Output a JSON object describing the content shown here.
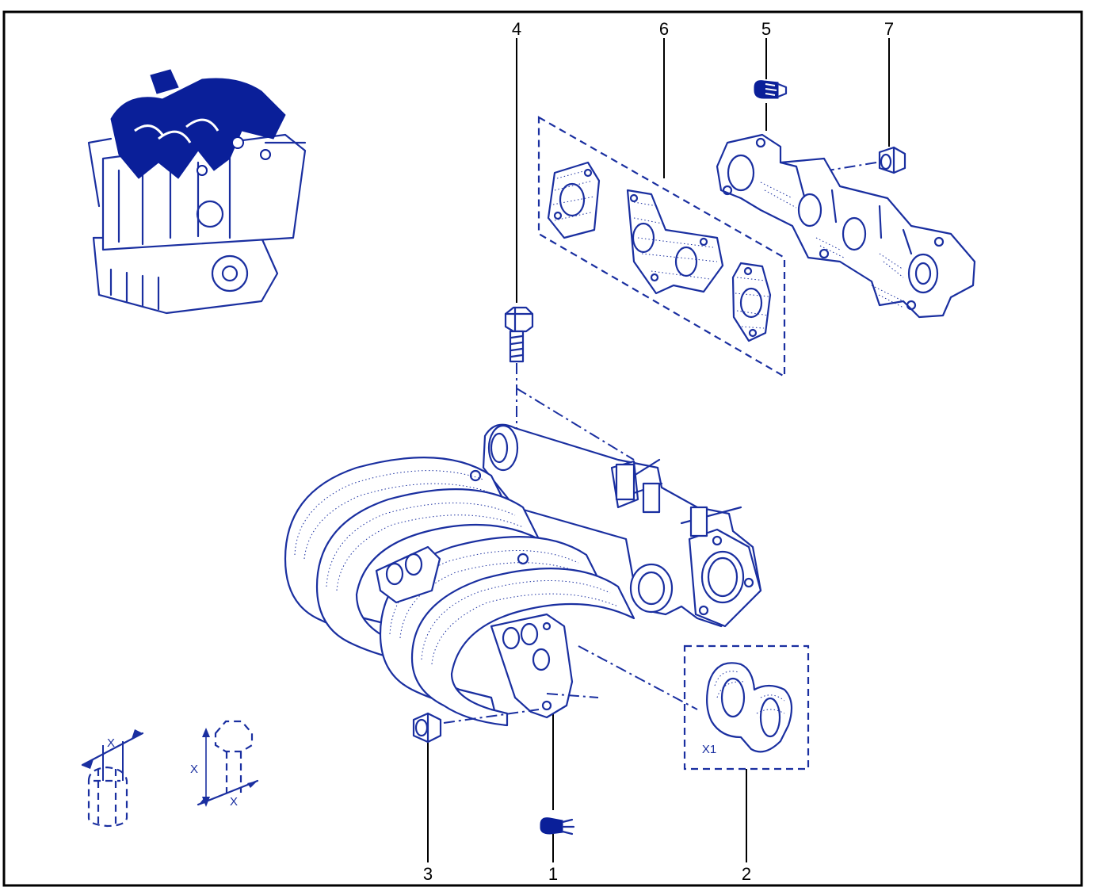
{
  "callouts": {
    "c1": "1",
    "c2": "2",
    "c3": "3",
    "c4": "4",
    "c5": "5",
    "c6": "6",
    "c7": "7"
  },
  "gasket_qty_label": "X1",
  "dimension_labels": {
    "nut_width": "X",
    "bolt_length": "X",
    "bolt_diameter": "X"
  },
  "colors": {
    "ink": "#1a2fa0",
    "highlight": "#0a1f99",
    "frame": "#000000",
    "background": "#ffffff"
  }
}
